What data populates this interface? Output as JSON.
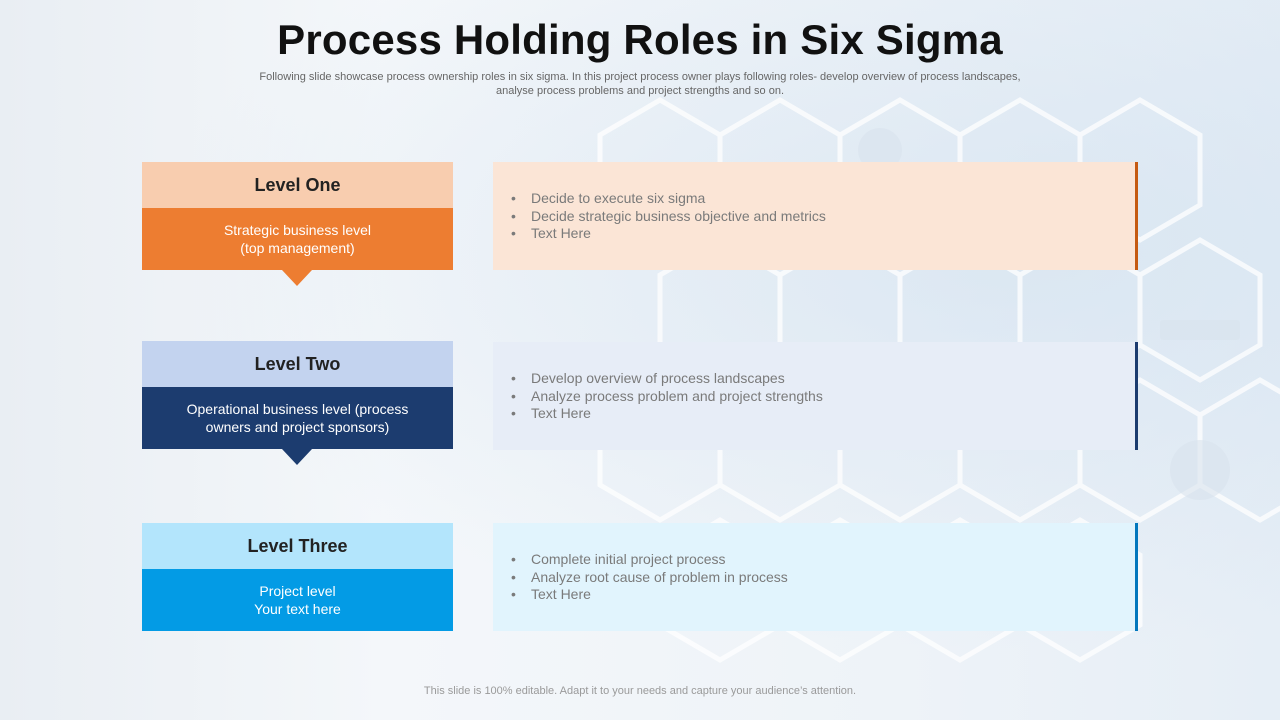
{
  "title": "Process Holding Roles in Six Sigma",
  "subtitle": "Following slide showcase process ownership roles in six sigma. In this project process owner plays following roles- develop overview of process landscapes, analyse process problems and project strengths and so on.",
  "levels": [
    {
      "heading": "Level One",
      "desc_line1": "Strategic business level",
      "desc_line2": "(top management)",
      "bullets": [
        "Decide to execute six sigma",
        "Decide strategic business objective and metrics",
        "Text Here"
      ],
      "colors": {
        "head": "#f8cdaf",
        "body": "#ed7d31",
        "panel": "#fbe5d6",
        "rule": "#c55a11"
      }
    },
    {
      "heading": "Level Two",
      "desc_line1": "Operational business level (process",
      "desc_line2": "owners and project sponsors)",
      "bullets": [
        "Develop overview of process landscapes",
        "Analyze process problem and project strengths",
        "Text Here"
      ],
      "colors": {
        "head": "#c3d3ef",
        "body": "#1c3c6f",
        "panel": "#e7edf7",
        "rule": "#1c3c6f"
      }
    },
    {
      "heading": "Level Three",
      "desc_line1": "Project level",
      "desc_line2": "Your text here",
      "bullets": [
        "Complete initial project process",
        "Analyze root cause of problem in process",
        "Text Here"
      ],
      "colors": {
        "head": "#b3e5fc",
        "body": "#039be5",
        "panel": "#e1f4fd",
        "rule": "#0277bd"
      }
    }
  ],
  "footer": "This slide is 100% editable. Adapt it to your needs and capture your audience’s attention."
}
